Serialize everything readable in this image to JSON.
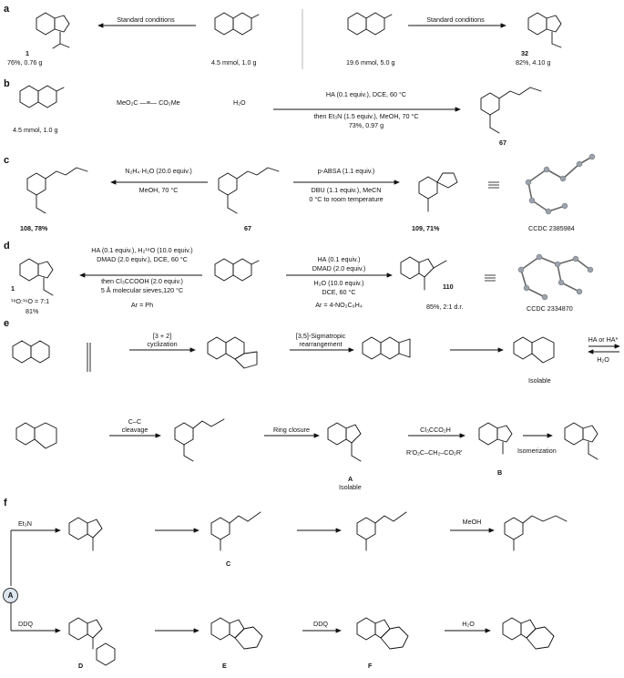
{
  "panels": [
    "a",
    "b",
    "c",
    "d",
    "e",
    "f"
  ],
  "circle_label": "A",
  "panel_a": {
    "arrow_left": "Standard conditions",
    "arrow_right": "Standard conditions",
    "prod1_num": "1",
    "prod1_yield": "76%, 0.76 g",
    "sm1_amount": "4.5 mmol, 1.0 g",
    "sm2_amount": "19.6 mmol, 5.0 g",
    "prod2_num": "32",
    "prod2_yield": "82%, 4.10 g"
  },
  "panel_b": {
    "reagent_alkyne": "MeO₂C —≡— CO₂Me",
    "water": "H₂O",
    "cond1": "HA (0.1 equiv.), DCE, 60 °C",
    "cond2": "then Et₃N (1.5 equiv.), MeOH, 70 °C",
    "yield": "73%, 0.97 g",
    "sm_amount": "4.5 mmol, 1.0 g",
    "prod_num": "67"
  },
  "panel_c": {
    "left_cond1": "N₂H₄·H₂O (20.0 equiv.)",
    "left_cond2": "MeOH, 70 °C",
    "left_prod": "108, 78%",
    "center_num": "67",
    "right_cond1": "p-ABSA (1.1 equiv.)",
    "right_cond2": "DBU (1.1 equiv.), MeCN",
    "right_cond3": "0 °C to room temperature",
    "right_prod": "109, 71%",
    "ccdc": "CCDC 2385984"
  },
  "panel_d": {
    "left_c1": "HA (0.1 equiv.), H₂¹⁸O (10.0 equiv.)",
    "left_c2": "DMAD (2.0 equiv.), DCE, 60 °C",
    "left_c3": "then Cl₃CCOOH (2.0 equiv.)",
    "left_c4": "5 Å molecular sieves,120 °C",
    "left_ar": "Ar = Ph",
    "prod1_num": "1",
    "ratio": "¹⁸O:¹⁶O = 7:1",
    "prod1_yield": "81%",
    "right_c1": "HA (0.1 equiv.)",
    "right_c2": "DMAD (2.0 equiv.)",
    "right_c3": "H₂O (10.0 equiv.)",
    "right_c4": "DCE, 60 °C",
    "right_ar": "Ar = 4-NO₂C₆H₄",
    "prod2_num": "110",
    "prod2_yield": "85%, 2:1 d.r.",
    "ccdc": "CCDC 2334870"
  },
  "panel_e": {
    "step1": "[3 + 2]",
    "step1b": "cyclization",
    "step2": "[3,5]-Sigmatropic",
    "step2b": "rearrangement",
    "isolable1": "Isolable",
    "ha_label": "HA or HA*",
    "h2o": "H₂O",
    "cc_cleave": "C–C",
    "cc_cleave2": "cleavage",
    "ring_closure": "Ring closure",
    "label_A": "A",
    "isolable2": "Isolable",
    "cl3": "Cl₃CCO₂H",
    "byproduct": "R′O₂C–CH₂–CO₂R′",
    "label_B": "B",
    "isomerization": "Isomerization"
  },
  "panel_f": {
    "et3n": "Et₃N",
    "label_C": "C",
    "meoh": "MeOH",
    "ddq1": "DDQ",
    "label_D": "D",
    "label_E": "E",
    "ddq2": "DDQ",
    "label_F": "F",
    "h2o": "H₂O"
  }
}
